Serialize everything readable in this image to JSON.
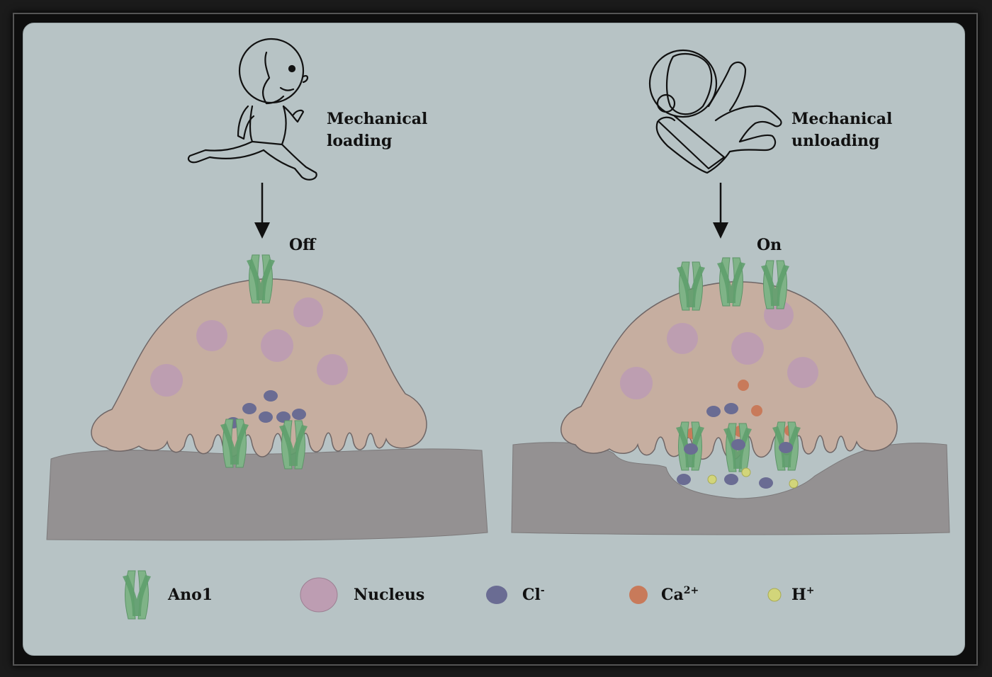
{
  "left_panel": {
    "stimulus_line1": "Mechanical",
    "stimulus_line2": "loading",
    "state": "Off"
  },
  "right_panel": {
    "stimulus_line1": "Mechanical",
    "stimulus_line2": "unloading",
    "state": "On"
  },
  "legend": {
    "ano1": "Ano1",
    "nucleus": "Nucleus",
    "cl_base": "Cl",
    "cl_sup": "-",
    "ca_base": "Ca",
    "ca_sup": "2+",
    "h_base": "H",
    "h_sup": "+"
  },
  "colors": {
    "cell": "#c6aea0",
    "nucleus": "#bd9db2",
    "bone": "#949192",
    "cl": "#6a6c93",
    "ca": "#c87a5a",
    "h": "#d2d57a",
    "ano1": "#6ea97a"
  }
}
